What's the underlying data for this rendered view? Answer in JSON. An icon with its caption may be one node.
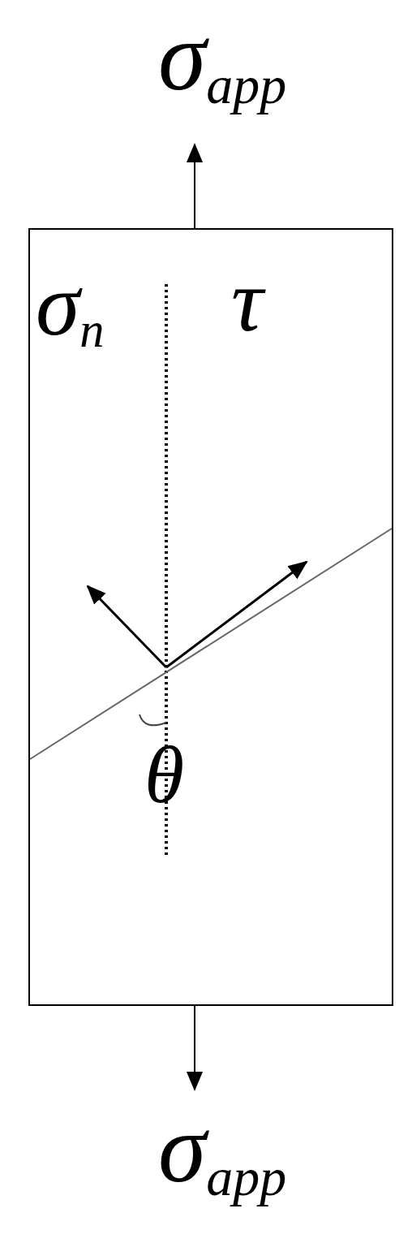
{
  "diagram": {
    "labels": [
      "σ$_{app}$",
      "σ$_{n}$",
      "τ",
      "θ",
      "σ$_{app}$"
    ]
  }
}
